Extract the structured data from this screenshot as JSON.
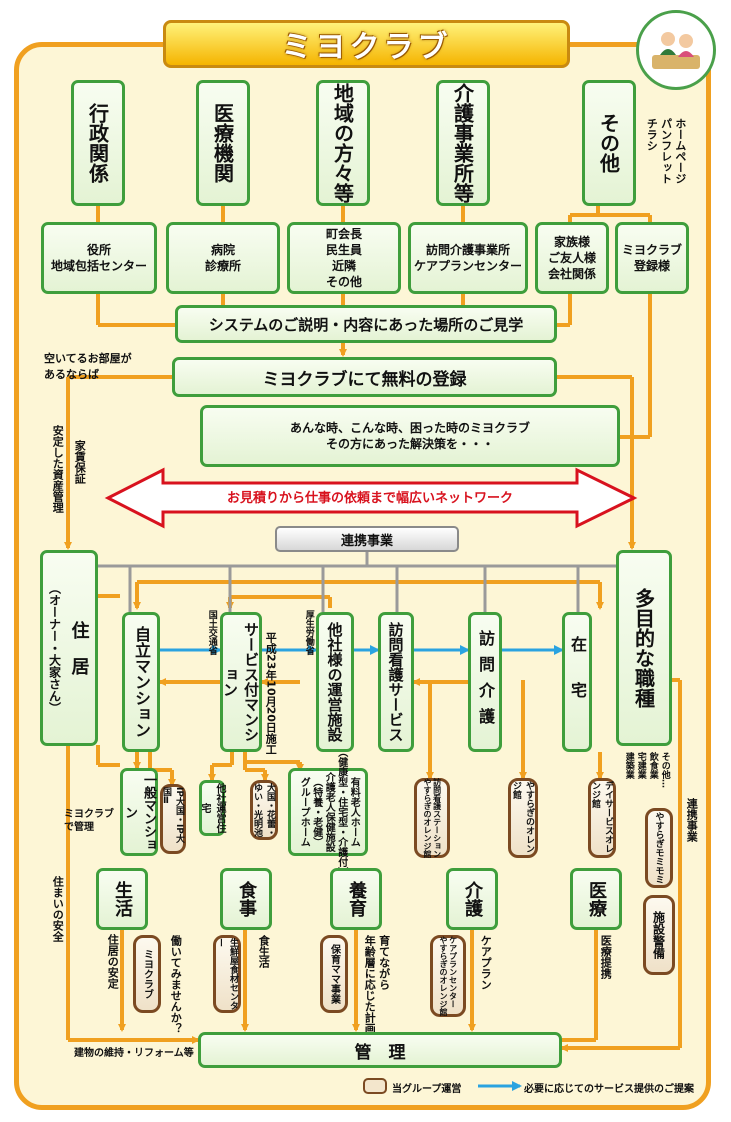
{
  "title": "ミヨクラブ",
  "top_categories": [
    "行政関係",
    "医療機関",
    "地域の方々等",
    "介護事業所等",
    "その他"
  ],
  "sub_boxes": [
    "役所\n地域包括センター",
    "病院\n診療所",
    "町会長\n民生員\n近隣\nその他",
    "訪問介護事業所\nケアプランセンター",
    "家族様\nご友人様\n会社関係",
    "ミヨクラブ\n登録様"
  ],
  "other_media_label": "ホームページ\nパンフレット\nチラシ",
  "explain_box": "システムのご説明・内容にあった場所のご見学",
  "room_note": "空いてるお部屋が\nあるならば",
  "register_box": "ミヨクラブにて無料の登録",
  "solution_box": "あんな時、こんな時、困った時のミヨクラブ\nその方にあった解決策を・・・",
  "network_banner": "お見積りから仕事の依頼まで幅広いネットワーク",
  "partner_box": "連携事業",
  "housing_box": "住　居",
  "housing_sub": "（オーナー・大家さん）",
  "housing_labels": [
    "安定した資産管理",
    "家賃保証"
  ],
  "multi_job_box": "多目的な職種",
  "middle_boxes": [
    "自立マンション",
    "サービス付マンション",
    "他社様の運営施設",
    "訪問看護サービス",
    "訪問介護",
    "在宅"
  ],
  "ministry_labels": [
    "国土交通省",
    "厚生労働省"
  ],
  "enforce_note": "平成23年10月20日施工",
  "general_mansion": "一般マンション",
  "managed_label": "ミヨクラブ\nで管理",
  "group_boxes": [
    "IP大国・IP大国Ⅱ",
    "大国・花蕾・ゆい・光明池",
    "訪問看護ステーション\nやすらぎのオレンジ館",
    "やすらぎのオレンジ館",
    "デイサービスオレンジ館",
    "やすらぎモミモミ",
    "施設警備",
    "ミヨクラブ",
    "生鮮屋食材センター",
    "保育ママ事業",
    "ケアプランセンター\nやすらぎのオレンジ館"
  ],
  "other_housing": "他社運営住宅",
  "facility_list": "有料老人ホーム\n（健康型・住宅型・介護付）\n介護老人保健施設\n（特養・老健）\nグループホーム",
  "job_types": [
    "建築業",
    "宅建業",
    "飲食業",
    "その他…"
  ],
  "partner_business_label": "連携事業",
  "bottom_categories": [
    "生活",
    "食事",
    "養育",
    "介護",
    "医療"
  ],
  "live_safety_label": "住まいの安全",
  "stability_label": "住居の安定",
  "work_question": "働いてみませんか？",
  "food_label": "食生活",
  "childcare_label": "育てながら\n年齢層に応じた計画",
  "careplan_label": "ケアプラン",
  "medical_label": "医療提携",
  "building_label": "建物の維持・リフォーム等",
  "manage_box": "管　理",
  "legend": [
    "当グループ運営",
    "必要に応じてのサービス提供のご提案"
  ],
  "colors": {
    "accent": "#f0a020",
    "green": "#3f9e3c",
    "brown": "#7b4a22",
    "blue": "#2aa3e0",
    "red": "#d8121e",
    "gray": "#9a9a9a"
  }
}
